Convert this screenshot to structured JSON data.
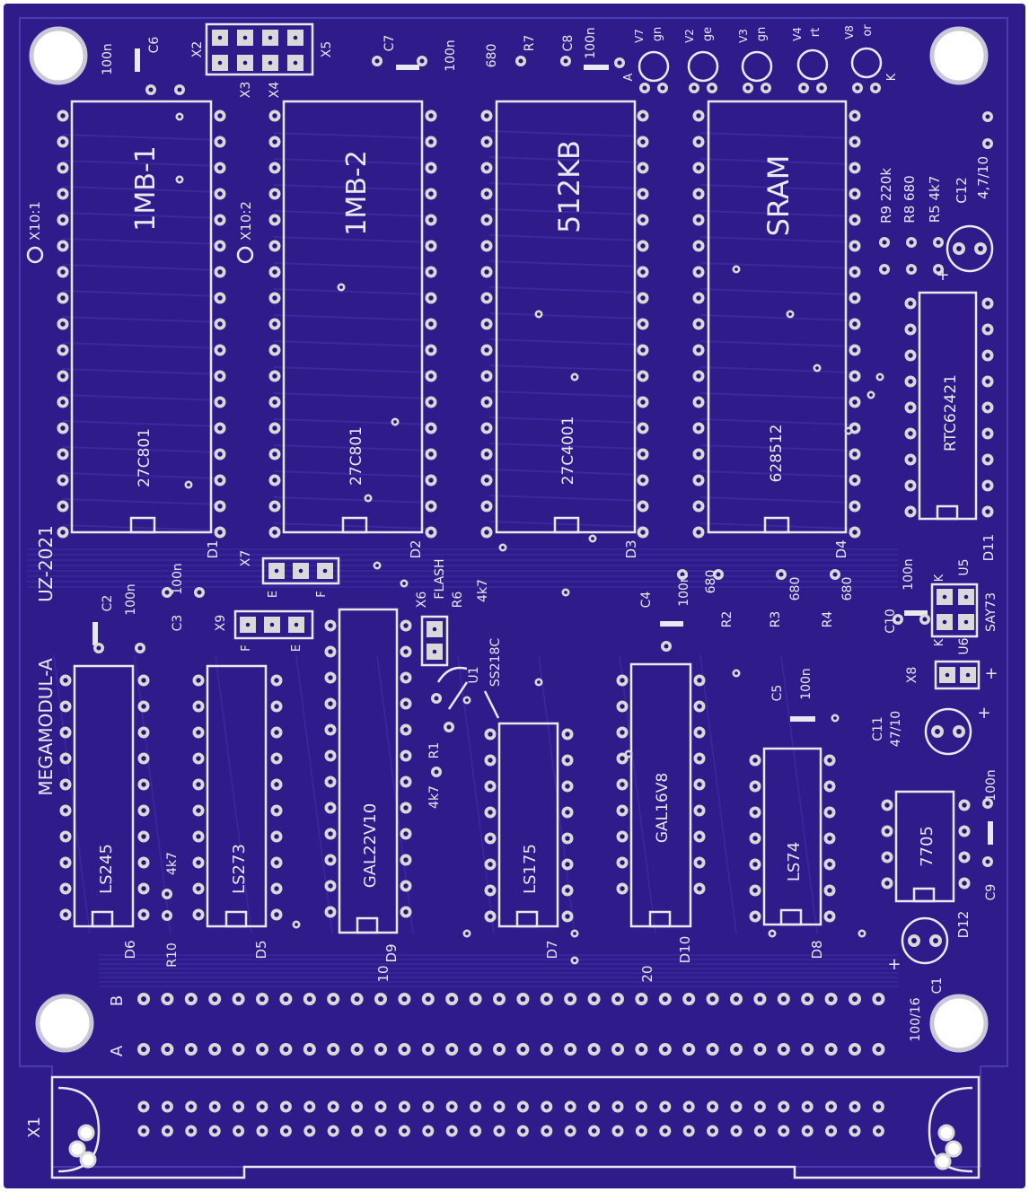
{
  "colors": {
    "board": "#2f1b8a",
    "board_dark": "#24137a",
    "trace": "#3a2a9e",
    "silk": "#e9e9f2",
    "pad": "#d9d9d9",
    "hole": "#ffffff",
    "paper": "#ffffff"
  },
  "board_name": "MEGAMODUL-A",
  "board_date": "UZ-2021",
  "row_b_label": "B",
  "row_a_label": "A",
  "connector_label": "X1",
  "markers": {
    "x10_1": "X10:1",
    "x10_2": "X10:2"
  },
  "chips": {
    "ic_1mb_1": {
      "name": "1MB-1",
      "part": "27C801",
      "ref": "D1"
    },
    "ic_1mb_2": {
      "name": "1MB-2",
      "part": "27C801",
      "ref": "D2"
    },
    "ic_512kb": {
      "name": "512KB",
      "part": "27C4001",
      "ref": "D3"
    },
    "ic_sram": {
      "name": "SRAM",
      "part": "628512",
      "ref": "D4"
    },
    "ic_rtc": {
      "part": "RTC62421",
      "ref": "D11"
    },
    "ic_ls245": {
      "part": "LS245",
      "ref": "D6"
    },
    "ic_ls273": {
      "part": "LS273",
      "ref": "D5"
    },
    "ic_gal22": {
      "part": "GAL22V10",
      "ref": "D9"
    },
    "ic_ls175": {
      "part": "LS175",
      "ref": "D7"
    },
    "ic_gal16": {
      "part": "GAL16V8",
      "ref": "D10"
    },
    "ic_ls74": {
      "part": "LS74",
      "ref": "D8"
    },
    "ic_7705": {
      "part": "7705",
      "ref": "D12"
    }
  },
  "pin_labels": {
    "pin10": "10",
    "pin20": "20"
  },
  "silkscreen": {
    "c6": "C6",
    "c6_val": "100n",
    "x2": "X2",
    "x3": "X3",
    "x4": "X4",
    "x5": "X5",
    "c7": "C7",
    "c7_val": "100n",
    "r7": "R7",
    "r7_val": "680",
    "c8": "C8",
    "c8_val": "100n",
    "v7": "V7",
    "v7_col": "gn",
    "v2": "V2",
    "v2_col": "ge",
    "v3": "V3",
    "v3_col": "gn",
    "v4": "V4",
    "v4_col": "rt",
    "v8": "V8",
    "v8_col": "or",
    "led_a": "A",
    "led_k": "K",
    "r9": "R9 220k",
    "r8": "R8 680",
    "r5": "R5 4k7",
    "c12": "C12",
    "c12_val": "4,7/10",
    "plus": "+",
    "c2": "C2",
    "c2_val": "100n",
    "c3": "C3",
    "c3_val": "100n",
    "x7": "X7",
    "x9": "X9",
    "jp_e": "E",
    "jp_f": "F",
    "x6": "X6",
    "x6_label": "FLASH",
    "r6": "R6",
    "r6_val": "4k7",
    "u1": "U1",
    "u1_part": "SS218C",
    "r1": "R1",
    "r1_val": "4k7",
    "c4": "C4",
    "c4_val": "100n",
    "r2": "R2",
    "r2_val": "680",
    "r3": "R3",
    "r3_val": "680",
    "r4": "R4",
    "r4_val": "680",
    "c5": "C5",
    "c5_val": "100n",
    "c10": "C10",
    "c10_val": "100n",
    "u5": "U5",
    "u6": "U6",
    "say73": "SAY73",
    "x8": "X8",
    "k": "K",
    "c11": "C11",
    "c11_val": "47/10",
    "c9": "C9",
    "c9_val": "100n",
    "c1": "C1",
    "c1_val": "100/16",
    "r10": "R10",
    "r10_val": "4k7"
  }
}
